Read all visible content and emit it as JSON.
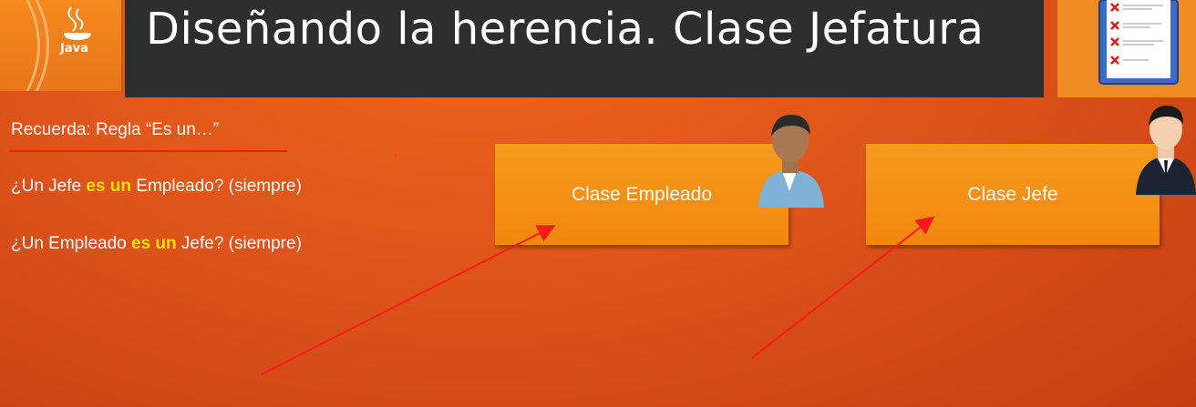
{
  "logo": {
    "icon": "java-logo-icon",
    "text": "Java"
  },
  "header": {
    "title": "Diseñando la herencia. Clase Jefatura"
  },
  "clipboard_icon": "clipboard-checklist-icon",
  "content": {
    "recall": "Recuerda: Regla “Es un…”",
    "q1": {
      "pre": "¿Un Jefe ",
      "hl": "es un",
      "post": " Empleado? (siempre)"
    },
    "q2": {
      "pre": "¿Un Empleado ",
      "hl": "es un",
      "post": " Jefe? (siempre)"
    }
  },
  "classes": [
    {
      "label": "Clase Empleado",
      "icon": "employee-avatar-icon"
    },
    {
      "label": "Clase Jefe",
      "icon": "boss-avatar-icon"
    }
  ],
  "colors": {
    "accent": "#f2870f",
    "highlight": "#ffde00",
    "arrow": "#ff1a1a"
  }
}
